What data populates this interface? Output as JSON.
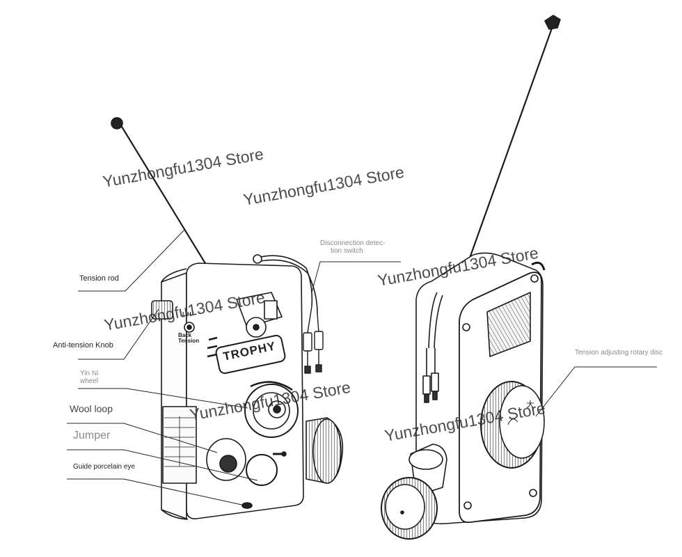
{
  "watermark": "Yunzhongfu1304 Store",
  "labels": {
    "tension_rod": "Tension rod",
    "anti_tension_knob": "Anti-tension Knob",
    "yin_ni_wheel_line1": "Yin Ni",
    "yin_ni_wheel_line2": "wheel",
    "wool_loop": "Wool loop",
    "jumper": "Jumper",
    "guide_porcelain_eye": "Guide porcelain eye",
    "disconnection_switch_line1": "Disconnection detec-",
    "disconnection_switch_line2": "tion switch",
    "tension_adjusting_disc": "Tension adjusting rotary disc"
  },
  "device": {
    "brand": "TROPHY",
    "side_text": "Back\nTension",
    "knob_letters": "L  H"
  }
}
